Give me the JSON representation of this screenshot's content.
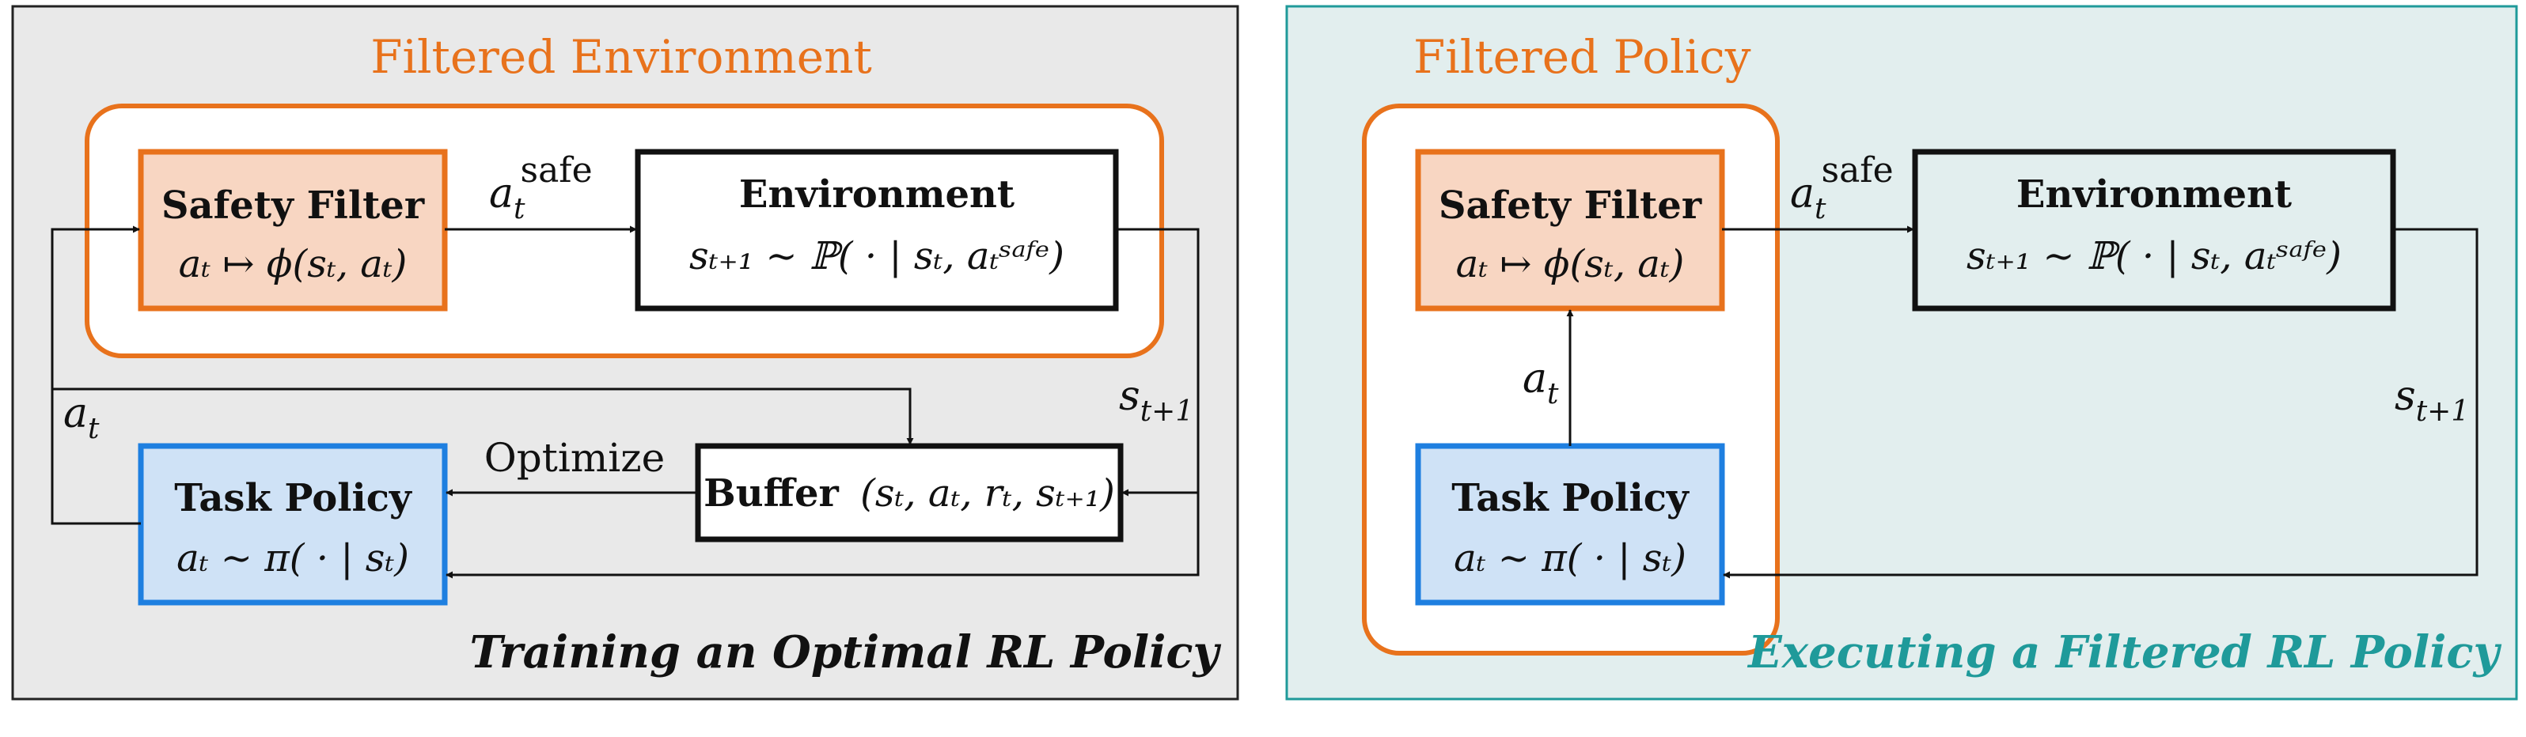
{
  "colors": {
    "orange": "#E8721C",
    "blue": "#1E7FE0",
    "teal": "#1F9A9A",
    "left_panel_bg": "#E9E9E9",
    "right_panel_bg": "#E2EEEE",
    "filter_fill": "#F8D6C2",
    "policy_fill": "#CFE2F6",
    "dark": "#111111"
  },
  "left_panel": {
    "group_title": "Filtered Environment",
    "caption": "Training an Optimal RL Policy",
    "safety_filter": {
      "title": "Safety Filter",
      "formula": "aₜ ↦ ϕ(sₜ, aₜ)"
    },
    "environment": {
      "title": "Environment",
      "formula": "sₜ₊₁ ∼ ℙ( · | sₜ, aₜˢᵃᶠᵉ)"
    },
    "task_policy": {
      "title": "Task Policy",
      "formula": "aₜ ∼ π( · | sₜ)"
    },
    "buffer": {
      "title": "Buffer",
      "formula": "(sₜ, aₜ, rₜ, sₜ₊₁)"
    },
    "labels": {
      "a_safe_base": "a",
      "a_safe_sub": "t",
      "a_safe_sup": "safe",
      "a_t_base": "a",
      "a_t_sub": "t",
      "s_next_base": "s",
      "s_next_sub": "t+1",
      "optimize": "Optimize"
    }
  },
  "right_panel": {
    "group_title": "Filtered Policy",
    "caption": "Executing a Filtered RL Policy",
    "safety_filter": {
      "title": "Safety Filter",
      "formula": "aₜ ↦ ϕ(sₜ, aₜ)"
    },
    "environment": {
      "title": "Environment",
      "formula": "sₜ₊₁ ∼ ℙ( · | sₜ, aₜˢᵃᶠᵉ)"
    },
    "task_policy": {
      "title": "Task Policy",
      "formula": "aₜ ∼ π( · | sₜ)"
    },
    "labels": {
      "a_safe_base": "a",
      "a_safe_sub": "t",
      "a_safe_sup": "safe",
      "a_t_base": "a",
      "a_t_sub": "t",
      "s_next_base": "s",
      "s_next_sub": "t+1"
    }
  }
}
